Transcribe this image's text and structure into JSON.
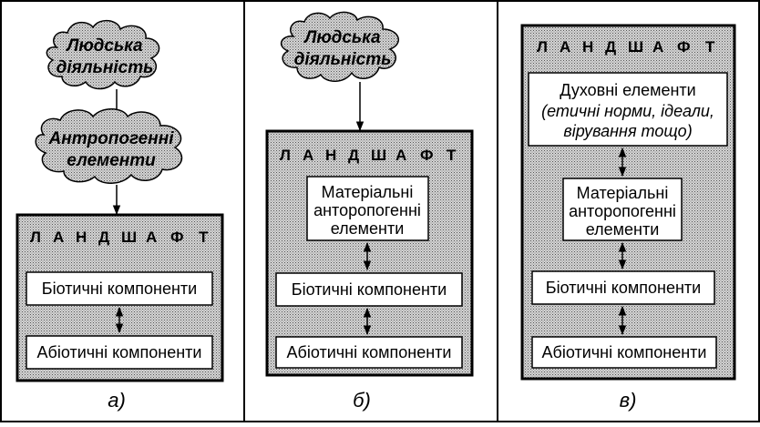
{
  "panels": [
    {
      "caption": "а)",
      "clouds": [
        {
          "lines": [
            "Людська",
            "діяльність"
          ]
        },
        {
          "lines": [
            "Антропогенні",
            "елементи"
          ]
        }
      ],
      "landscape": {
        "title": [
          "Л",
          "А",
          "Н",
          "Д",
          "Ш",
          "А",
          "Ф",
          "Т"
        ],
        "boxes": [
          {
            "lines": [
              "Біотичні компоненти"
            ]
          },
          {
            "lines": [
              "Абіотичні компоненти"
            ]
          }
        ]
      }
    },
    {
      "caption": "б)",
      "clouds": [
        {
          "lines": [
            "Людська",
            "діяльність"
          ]
        }
      ],
      "landscape": {
        "title": [
          "Л",
          "А",
          "Н",
          "Д",
          "Ш",
          "А",
          "Ф",
          "Т"
        ],
        "boxes": [
          {
            "lines": [
              "Матеріальні",
              "антоpопогенні",
              "елементи"
            ]
          },
          {
            "lines": [
              "Біотичні компоненти"
            ]
          },
          {
            "lines": [
              "Абіотичні компоненти"
            ]
          }
        ]
      }
    },
    {
      "caption": "в)",
      "clouds": [],
      "landscape": {
        "title": [
          "Л",
          "А",
          "Н",
          "Д",
          "Ш",
          "А",
          "Ф",
          "Т"
        ],
        "boxes": [
          {
            "lines": [
              "Духовні елементи",
              "(етичні норми, ідеали,",
              "вірування тощо)"
            ]
          },
          {
            "lines": [
              "Матеріальні",
              "антоpопогенні",
              "елементи"
            ]
          },
          {
            "lines": [
              "Біотичні компоненти"
            ]
          },
          {
            "lines": [
              "Абіотичні компоненти"
            ]
          }
        ]
      }
    }
  ],
  "colors": {
    "stipple_dot": "#555555",
    "stipple_bg": "#d4d4d4",
    "line": "#000000",
    "box_fill": "#ffffff"
  }
}
